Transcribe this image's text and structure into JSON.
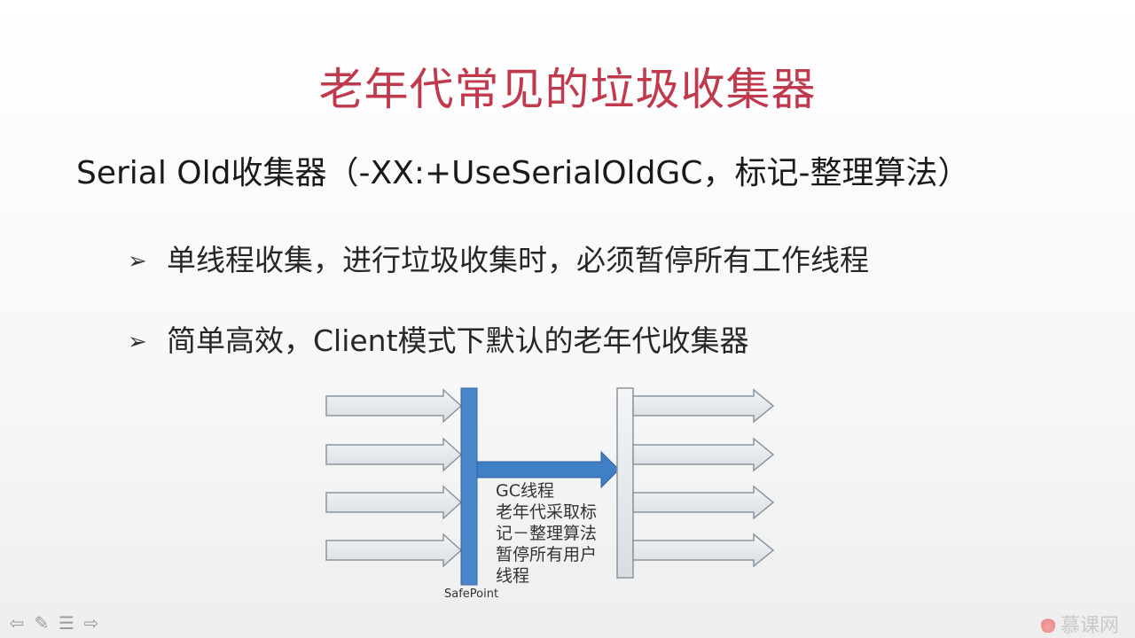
{
  "slide": {
    "title": "老年代常见的垃圾收集器",
    "subtitle": "Serial Old收集器（-XX:+UseSerialOldGC，标记-整理算法）",
    "bullets": [
      {
        "marker": "➢",
        "text": "单线程收集，进行垃圾收集时，必须暂停所有工作线程"
      },
      {
        "marker": "➢",
        "text": "简单高效，Client模式下默认的老年代收集器"
      }
    ]
  },
  "diagram": {
    "gc_label_lines": [
      "GC线程",
      "老年代采取标",
      "记－整理算法",
      "暂停所有用户",
      "线程"
    ],
    "safepoint_label": "SafePoint",
    "colors": {
      "user_thread_arrow": "#e4e8ec",
      "user_thread_arrow_stroke": "#8a96a0",
      "gc_bar": "#4a86c8",
      "gc_arrow": "#3f7fc6"
    }
  },
  "nav": {
    "icons": [
      "back-arrow-icon",
      "pen-icon",
      "menu-icon",
      "forward-arrow-icon"
    ]
  },
  "watermark": {
    "text": "慕课网"
  }
}
